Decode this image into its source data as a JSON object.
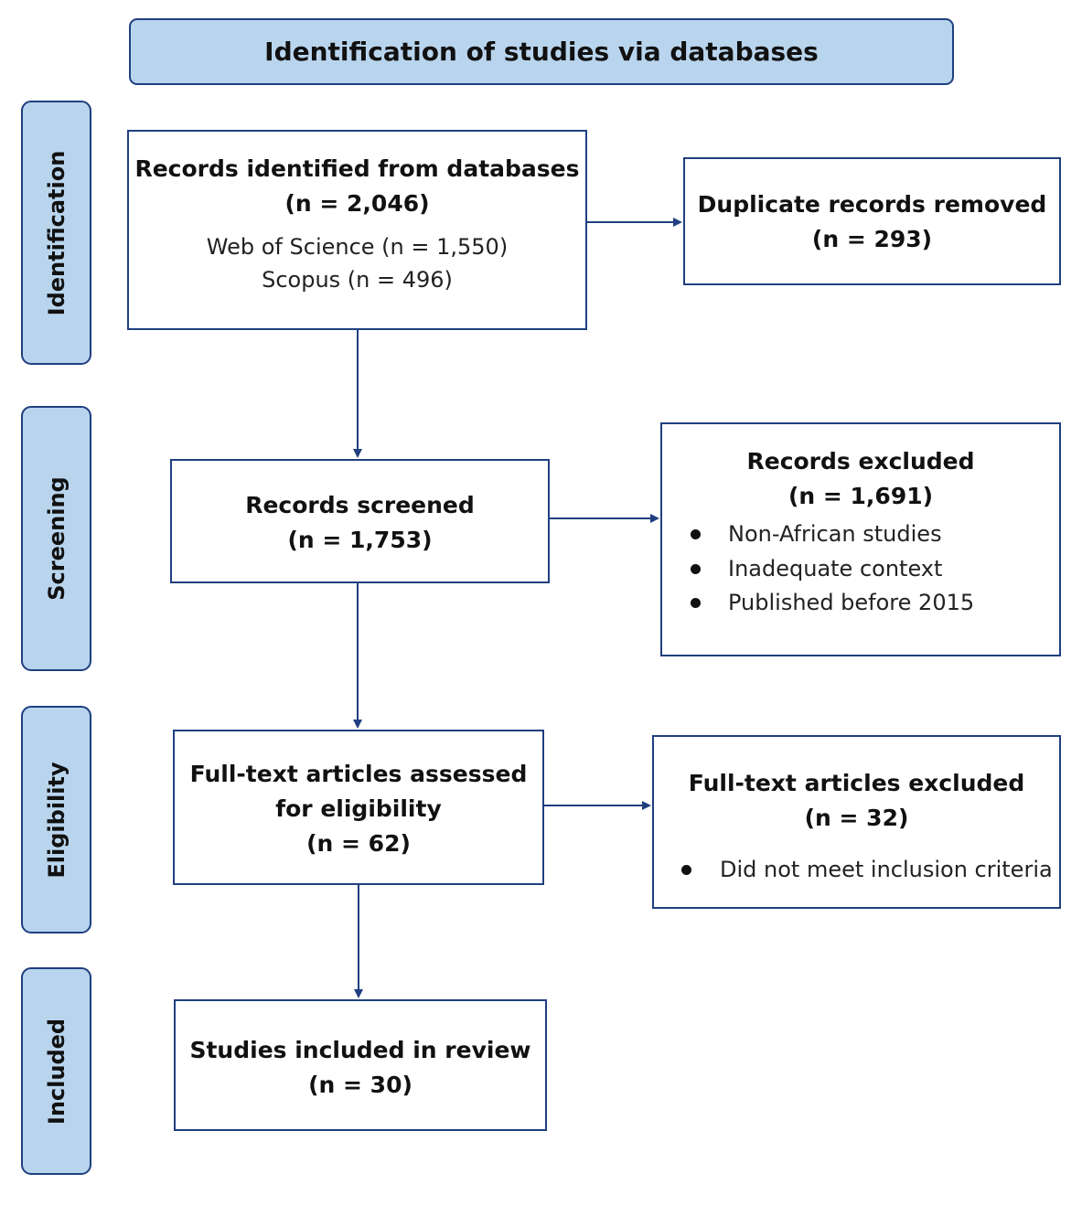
{
  "header": {
    "title": "Identification of studies via databases"
  },
  "phases": {
    "identification": "Identification",
    "screening": "Screening",
    "eligibility": "Eligibility",
    "included": "Included"
  },
  "records_identified": {
    "title": "Records identified from databases",
    "count": "(n = 2,046)",
    "sources": [
      "Web of Science (n = 1,550)",
      "Scopus (n = 496)"
    ]
  },
  "duplicates_removed": {
    "title": "Duplicate records removed",
    "count": "(n = 293)"
  },
  "records_screened": {
    "title": "Records screened",
    "count": "(n = 1,753)"
  },
  "records_excluded": {
    "title": "Records excluded",
    "count": "(n = 1,691)",
    "reasons": [
      "Non-African studies",
      "Inadequate context",
      "Published before 2015"
    ]
  },
  "fulltext_assessed": {
    "title_line1": "Full-text articles assessed",
    "title_line2": "for eligibility",
    "count": "(n = 62)"
  },
  "fulltext_excluded": {
    "title": "Full-text articles excluded",
    "count": "(n = 32)",
    "reasons": [
      "Did not meet inclusion criteria"
    ]
  },
  "studies_included": {
    "title": "Studies included in review",
    "count": "(n = 30)"
  },
  "colors": {
    "stroke": "#1f3f80",
    "phase_fill": "#b9d5ee"
  }
}
